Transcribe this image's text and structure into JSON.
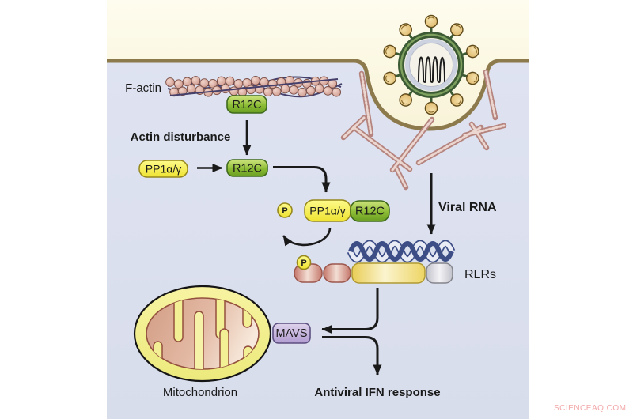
{
  "colors": {
    "background_outside_cell": "#fbf8e2",
    "background_cytoplasm": "#dde2f0",
    "membrane": "#8c7a4d",
    "protein_green": "#8cbc35",
    "protein_yellow": "#f4e94a",
    "phosphate_yellow": "#f7ef5d",
    "mavs_purple": "#b7a3d4",
    "rlr_pink": "#c97e71",
    "rlr_gray": "#c6c6cf",
    "helix_navy": "#3d4e87",
    "mito_outer_yellow": "#f3ef95",
    "mito_matrix_pink": "#d5a189",
    "arrow_black": "#1a1a1a",
    "watermark_pink": "#f2a8a8"
  },
  "labels": {
    "f_actin": "F-actin",
    "r12c_on_actin": "R12C",
    "actin_disturbance": "Actin disturbance",
    "pp1": "PP1α/γ",
    "r12c_released": "R12C",
    "phosphate_free": "P",
    "complex_pp1": "PP1α/γ",
    "complex_r12c": "R12C",
    "viral_rna": "Viral RNA",
    "phosphate_rlr": "P",
    "rlrs": "RLRs",
    "mavs": "MAVS",
    "mitochondrion": "Mitochondrion",
    "antiviral_ifn_response": "Antiviral IFN response",
    "watermark": "SCIENCEAQ.COM"
  }
}
